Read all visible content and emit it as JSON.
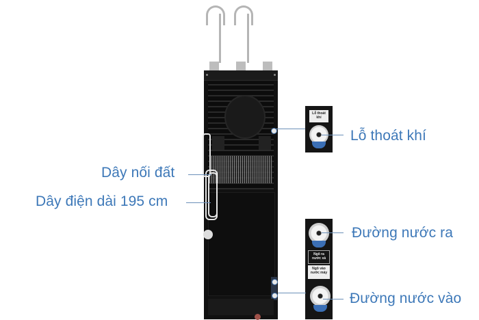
{
  "image": {
    "description": "Product diagram of the back of a water purifier/dispenser with labeled callouts",
    "accent_color": "#3d78b8",
    "line_color": "#6a8fb8"
  },
  "callouts": {
    "air_vent": "Lỗ thoát khí",
    "ground_wire": "Dây nối đất",
    "power_cord": "Dây điện dài 195 cm",
    "water_outlet": "Đường nước ra",
    "water_inlet": "Đường nước vào"
  },
  "detail_tags": {
    "air_vent_tag": "Lỗ thoát khí",
    "drain_outlet_tag": "Ngõ ra nước xả",
    "tap_inlet_tag": "Ngõ vào nước máy"
  }
}
